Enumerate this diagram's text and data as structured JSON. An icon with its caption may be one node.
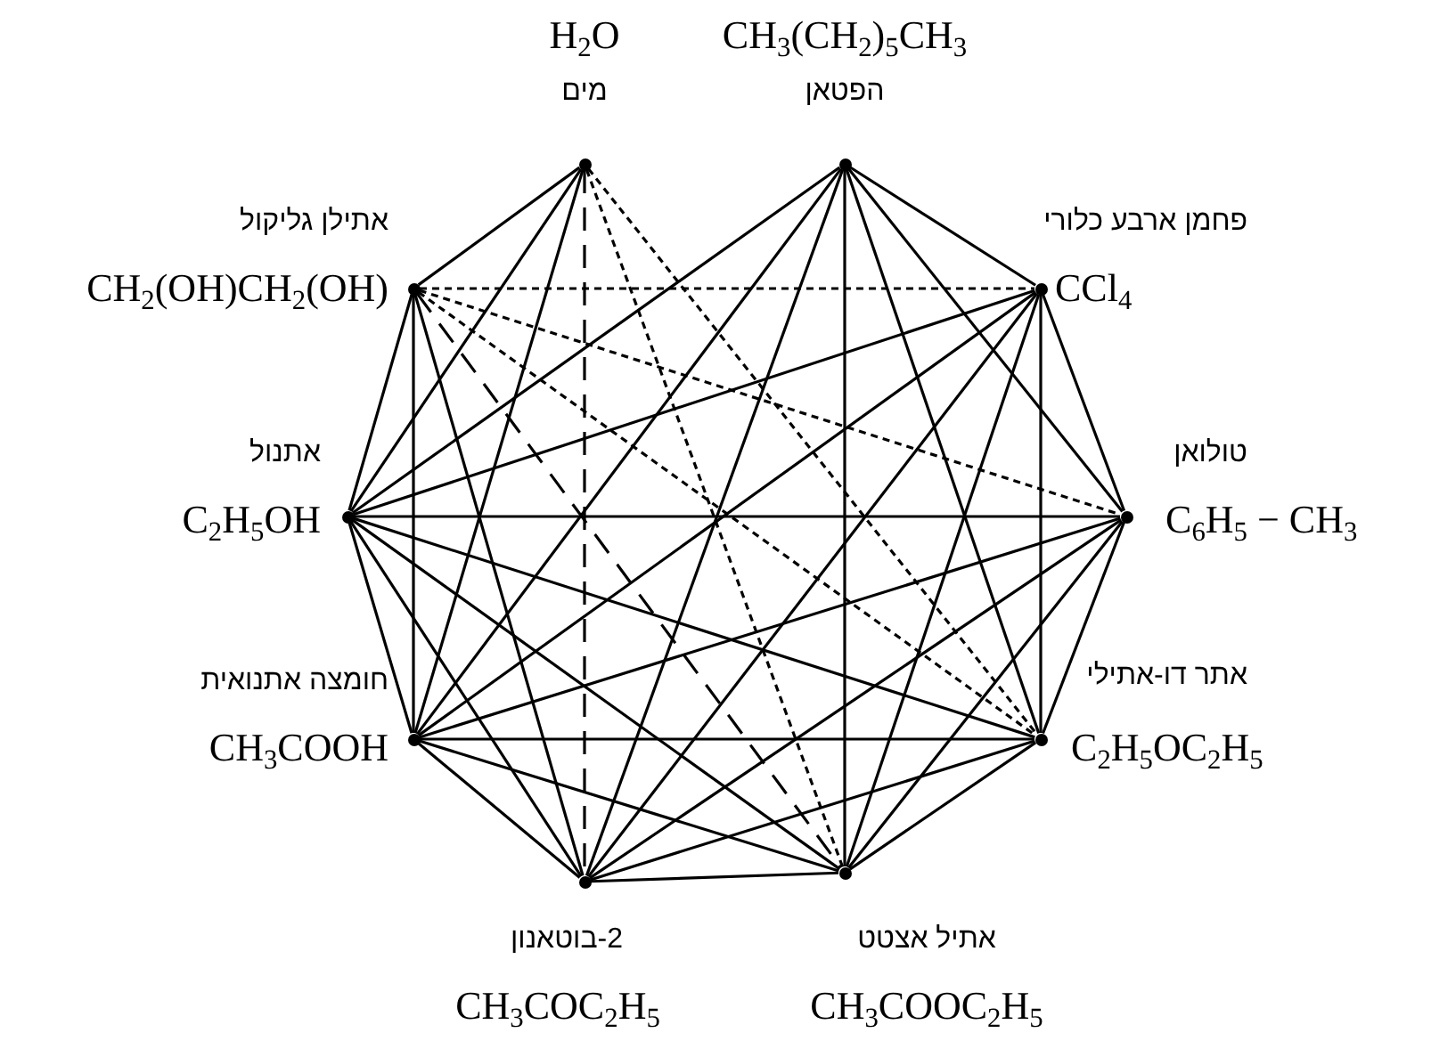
{
  "diagram": {
    "nodes": [
      {
        "text": [],
        "shape": "circle",
        "beside": [
          "H$_{2}$O",
          "מים"
        ]
      },
      {
        "text": [],
        "shape": "circle",
        "beside": [
          "CH$_{3}$(CH$_{2}$)$_{5}$CH$_{3}$",
          "הפטאן"
        ]
      },
      {
        "text": [],
        "shape": "circle",
        "beside": [
          "פחמן ארבע כלורי",
          "CCl$_{4}$"
        ]
      },
      {
        "text": [],
        "shape": "circle",
        "beside": [
          "טולואן",
          "C$_{6}$H$_{5}$ − CH$_{3}$"
        ]
      },
      {
        "text": [],
        "shape": "circle",
        "beside": [
          "אתר דו-אתילי",
          "C$_{2}$H$_{5}$OC$_{2}$H$_{5}$"
        ]
      },
      {
        "text": [],
        "shape": "circle",
        "beside": [
          "אתיל אצטט",
          "CH$_{3}$COOC$_{2}$H$_{5}$"
        ]
      },
      {
        "text": [],
        "shape": "circle",
        "beside": [
          "2-בוטאנון",
          "CH$_{3}$COC$_{2}$H$_{5}$"
        ]
      },
      {
        "text": [],
        "shape": "circle",
        "beside": [
          "חומצה אתנואית",
          "CH$_{3}$COOH"
        ]
      },
      {
        "text": [],
        "shape": "circle",
        "beside": [
          "אתנול",
          "C$_{2}$H$_{5}$OH"
        ]
      },
      {
        "text": [],
        "shape": "circle",
        "beside": [
          "אתילן גליקול",
          "CH$_{2}$(OH)CH$_{2}$(OH)"
        ]
      }
    ],
    "edges": [
      {
        "from": 0,
        "to": 9,
        "arrow": "none"
      },
      {
        "from": 0,
        "to": 8,
        "arrow": "none"
      },
      {
        "from": 0,
        "to": 7,
        "arrow": "none"
      },
      {
        "from": 0,
        "to": 6,
        "arrow": "none",
        "style": "dashed"
      },
      {
        "from": 0,
        "to": 5,
        "arrow": "none",
        "style": "dashed"
      },
      {
        "from": 0,
        "to": 4,
        "arrow": "none",
        "style": "dashed"
      },
      {
        "from": 9,
        "to": 2,
        "arrow": "none",
        "style": "dashed"
      },
      {
        "from": 9,
        "to": 3,
        "arrow": "none",
        "style": "dashed"
      },
      {
        "from": 9,
        "to": 4,
        "arrow": "none",
        "style": "dashed"
      },
      {
        "from": 9,
        "to": 5,
        "arrow": "none",
        "style": "dashed"
      },
      {
        "from": 9,
        "to": 6,
        "arrow": "none"
      },
      {
        "from": 9,
        "to": 7,
        "arrow": "none"
      },
      {
        "from": 9,
        "to": 8,
        "arrow": "none"
      },
      {
        "from": 1,
        "to": 2,
        "arrow": "none"
      },
      {
        "from": 1,
        "to": 3,
        "arrow": "none"
      },
      {
        "from": 1,
        "to": 4,
        "arrow": "none"
      },
      {
        "from": 1,
        "to": 5,
        "arrow": "none"
      },
      {
        "from": 1,
        "to": 6,
        "arrow": "none"
      },
      {
        "from": 1,
        "to": 7,
        "arrow": "none"
      },
      {
        "from": 1,
        "to": 8,
        "arrow": "none"
      },
      {
        "from": 2,
        "to": 3,
        "arrow": "none"
      },
      {
        "from": 2,
        "to": 4,
        "arrow": "none"
      },
      {
        "from": 2,
        "to": 5,
        "arrow": "none"
      },
      {
        "from": 2,
        "to": 6,
        "arrow": "none"
      },
      {
        "from": 2,
        "to": 7,
        "arrow": "none"
      },
      {
        "from": 2,
        "to": 8,
        "arrow": "none"
      },
      {
        "from": 3,
        "to": 4,
        "arrow": "none"
      },
      {
        "from": 3,
        "to": 5,
        "arrow": "none"
      },
      {
        "from": 3,
        "to": 6,
        "arrow": "none"
      },
      {
        "from": 3,
        "to": 7,
        "arrow": "none"
      },
      {
        "from": 3,
        "to": 8,
        "arrow": "none"
      },
      {
        "from": 4,
        "to": 5,
        "arrow": "none"
      },
      {
        "from": 4,
        "to": 6,
        "arrow": "none"
      },
      {
        "from": 4,
        "to": 7,
        "arrow": "none"
      },
      {
        "from": 4,
        "to": 8,
        "arrow": "none"
      },
      {
        "from": 5,
        "to": 6,
        "arrow": "none"
      },
      {
        "from": 5,
        "to": 7,
        "arrow": "none"
      },
      {
        "from": 5,
        "to": 8,
        "arrow": "none"
      },
      {
        "from": 6,
        "to": 7,
        "arrow": "none"
      },
      {
        "from": 6,
        "to": 8,
        "arrow": "none"
      },
      {
        "from": 7,
        "to": 8,
        "arrow": "none"
      }
    ]
  }
}
